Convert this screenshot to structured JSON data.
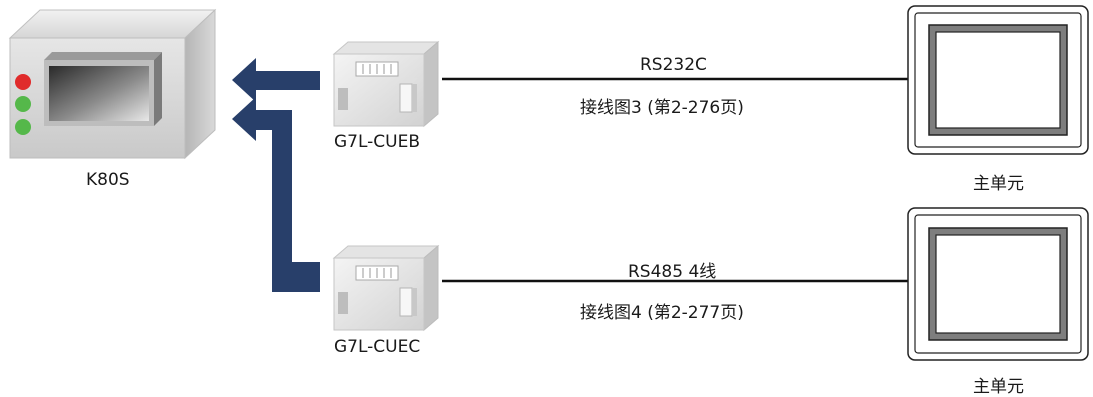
{
  "plc": {
    "label": "K80S"
  },
  "modules": [
    {
      "label": "G7L-CUEB"
    },
    {
      "label": "G7L-CUEC"
    }
  ],
  "links": [
    {
      "protocol": "RS232C",
      "wiring": "接线图3 (第2-276页)"
    },
    {
      "protocol": "RS485 4线",
      "wiring": "接线图4 (第2-277页)"
    }
  ],
  "hmi_units": [
    {
      "label": "主单元"
    },
    {
      "label": "主单元"
    }
  ],
  "colors": {
    "arrow": "#283f6a",
    "led_red": "#e02b2b",
    "led_green": "#55b84a"
  }
}
